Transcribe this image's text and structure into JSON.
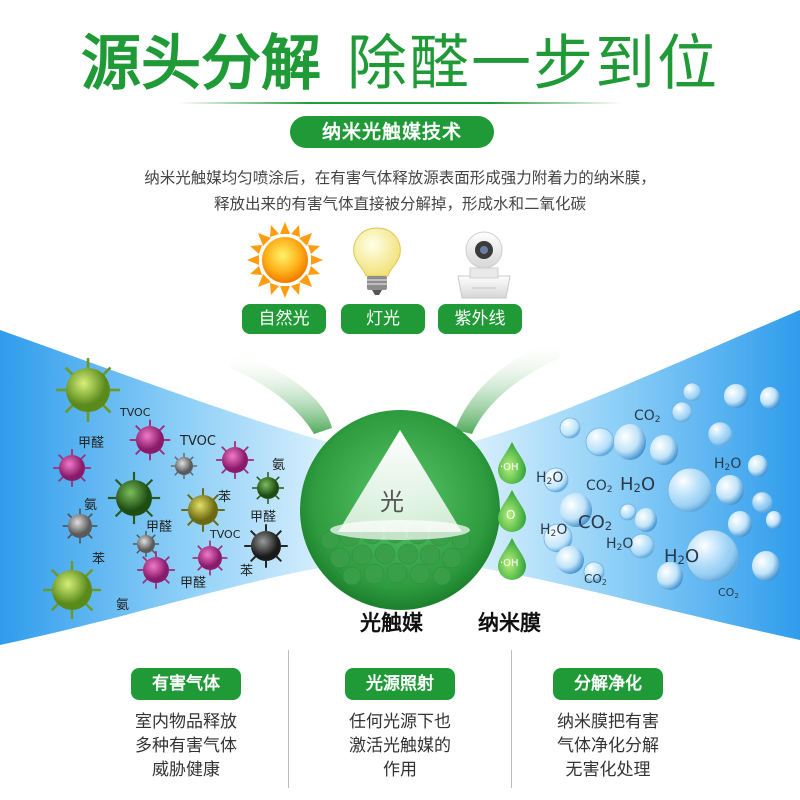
{
  "title": {
    "bold": "源头分解",
    "light": "除醛一步到位"
  },
  "tech_pill": "纳米光触媒技术",
  "description": [
    "纳米光触媒均匀喷涂后，在有害气体释放源表面形成强力附着力的纳米膜，",
    "释放出来的有害气体直接被分解掉，形成水和二氧化碳"
  ],
  "light_sources": [
    {
      "label": "自然光",
      "icon": "sun-icon"
    },
    {
      "label": "灯光",
      "icon": "lightbulb-icon"
    },
    {
      "label": "紫外线",
      "icon": "uv-lamp-icon"
    }
  ],
  "gas_labels": {
    "tvoc": "TVOC",
    "formaldehyde": "甲醛",
    "ammonia": "氨",
    "benzene": "苯"
  },
  "center": {
    "glow_text": "光",
    "left_label": "光触媒",
    "right_label": "纳米膜"
  },
  "drops": {
    "oh": "·OH",
    "o": "O"
  },
  "products": {
    "water": "H2O",
    "co2": "CO2"
  },
  "columns": [
    {
      "title": "有害气体",
      "lines": [
        "室内物品释放",
        "多种有害气体",
        "威胁健康"
      ]
    },
    {
      "title": "光源照射",
      "lines": [
        "任何光源下也",
        "激活光触媒的",
        "作用"
      ]
    },
    {
      "title": "分解净化",
      "lines": [
        "纳米膜把有害",
        "气体净化分解",
        "无害化处理"
      ]
    }
  ],
  "colors": {
    "accent_green": "#1f9a37",
    "band_blue": "#3aa7f0"
  }
}
